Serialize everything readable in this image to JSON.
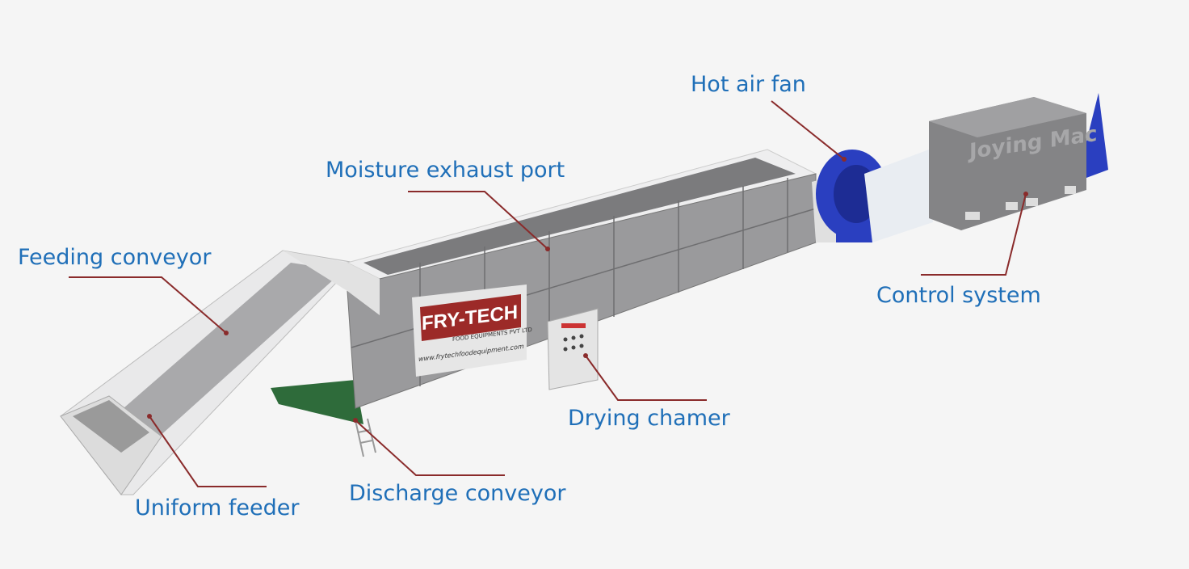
{
  "labels": {
    "hot_air_fan": "Hot air fan",
    "moisture_exhaust_port": "Moisture exhaust port",
    "feeding_conveyor": "Feeding conveyor",
    "control_system": "Control system",
    "drying_chamber": "Drying chamer",
    "discharge_conveyor": "Discharge conveyor",
    "uniform_feeder": "Uniform feeder"
  },
  "sign": {
    "brand_logo": "FRY-TECH",
    "subtitle": "FOOD EQUIPMENTS PVT LTD",
    "website": "www.frytechfoodequipment.com"
  },
  "watermark": "Joying Mac",
  "colors": {
    "label": "#1f6fb8",
    "leader_line": "#8a2b2b",
    "machine_body": "#8c8c8c",
    "fan": "#2a3fc0"
  }
}
